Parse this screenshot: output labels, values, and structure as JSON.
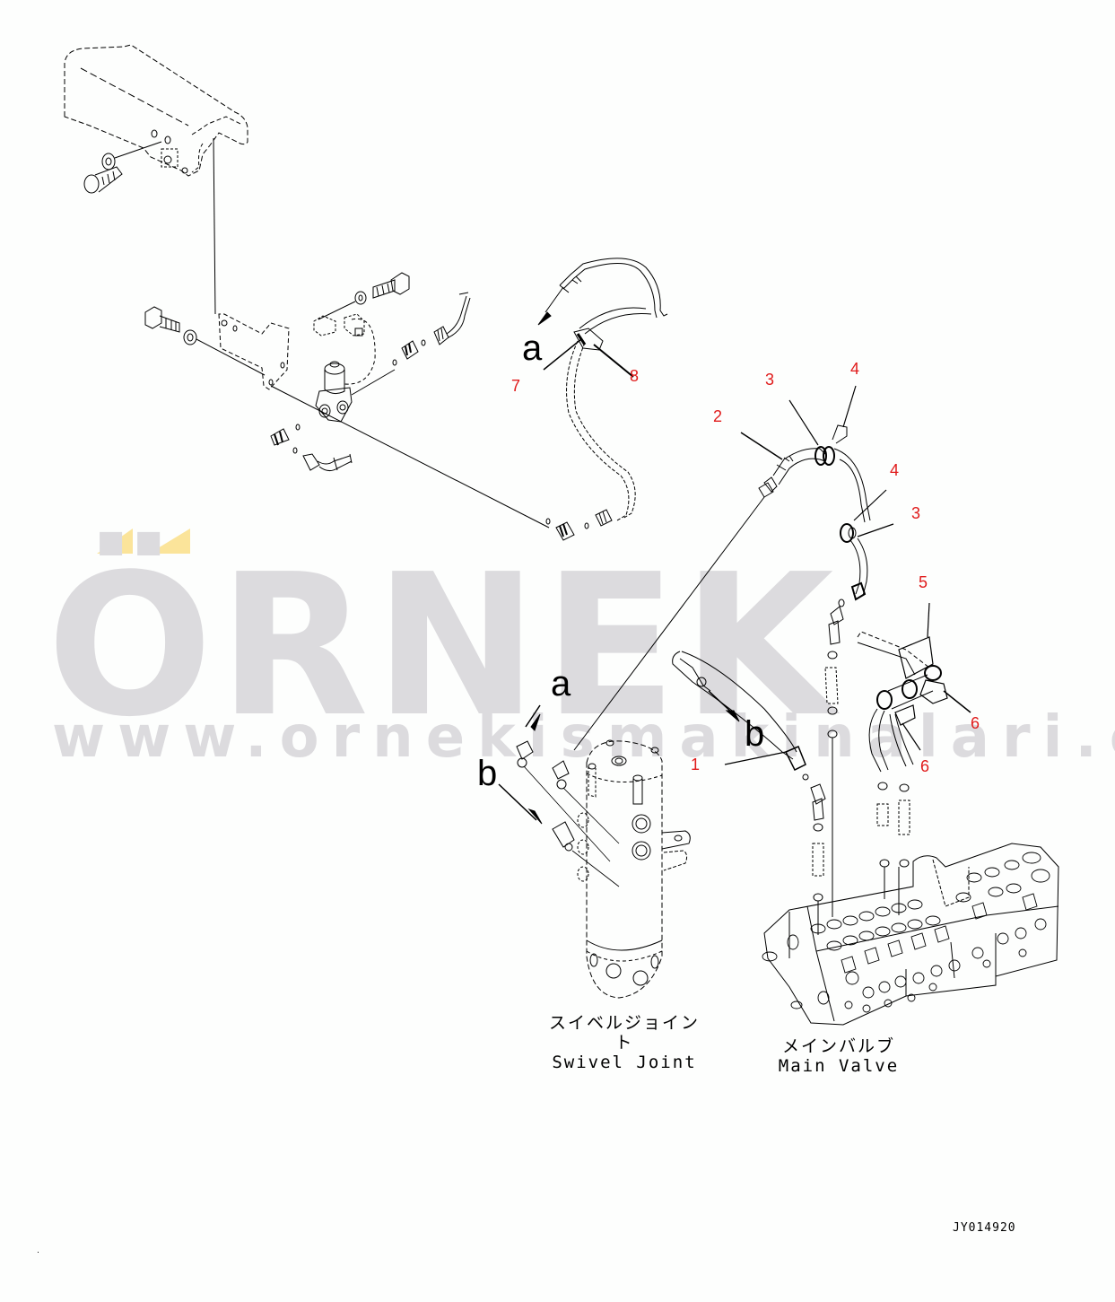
{
  "watermark": {
    "brand": "ÖRNEK",
    "url": "www.ornekismakinalari.com.tr",
    "text_color": "#dcdbde",
    "accent_color": "#fbe49a"
  },
  "diagram": {
    "drawing_code": "JY014920",
    "callout_color": "#e01b1b",
    "callouts": [
      {
        "id": "c7",
        "label": "7"
      },
      {
        "id": "c8",
        "label": "8"
      },
      {
        "id": "c2",
        "label": "2"
      },
      {
        "id": "c3a",
        "label": "3"
      },
      {
        "id": "c4a",
        "label": "4"
      },
      {
        "id": "c4b",
        "label": "4"
      },
      {
        "id": "c3b",
        "label": "3"
      },
      {
        "id": "c5",
        "label": "5"
      },
      {
        "id": "c6a",
        "label": "6"
      },
      {
        "id": "c6b",
        "label": "6"
      },
      {
        "id": "c1",
        "label": "1"
      }
    ],
    "connection_letters": [
      {
        "id": "a_top",
        "label": "a"
      },
      {
        "id": "a_swivel",
        "label": "a"
      },
      {
        "id": "b_swivel",
        "label": "b"
      },
      {
        "id": "b_hose",
        "label": "b"
      }
    ],
    "components": [
      {
        "id": "swivel_joint",
        "label_jp": "スイベルジョイント",
        "label_en": "Swivel Joint"
      },
      {
        "id": "main_valve",
        "label_jp": "メインバルブ",
        "label_en": "Main Valve"
      }
    ]
  }
}
